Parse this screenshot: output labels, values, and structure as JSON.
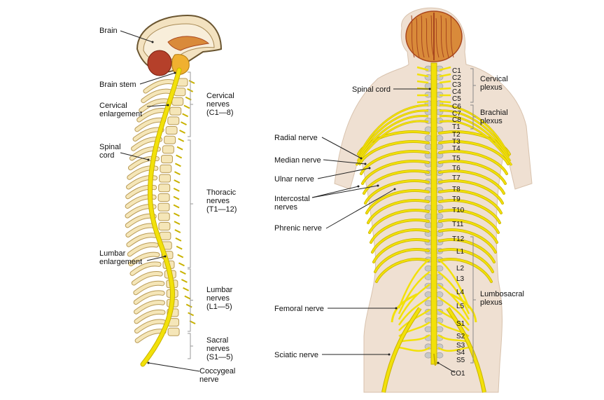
{
  "left_figure": {
    "labels": {
      "brain": "Brain",
      "brain_stem": "Brain stem",
      "cervical_enlargement": "Cervical\nenlargement",
      "spinal_cord": "Spinal\ncord",
      "lumbar_enlargement": "Lumbar\nenlargement",
      "coccygeal_nerve": "Coccygeal\nnerve",
      "cervical_nerves": "Cervical\nnerves\n(C1—8)",
      "thoracic_nerves": "Thoracic\nnerves\n(T1—12)",
      "lumbar_nerves": "Lumbar\nnerves\n(L1—5)",
      "sacral_nerves": "Sacral\nnerves\n(S1—5)"
    }
  },
  "right_figure": {
    "labels": {
      "spinal_cord": "Spinal cord",
      "radial_nerve": "Radial nerve",
      "median_nerve": "Median nerve",
      "ulnar_nerve": "Ulnar nerve",
      "intercostal_nerves": "Intercostal\nnerves",
      "phrenic_nerve": "Phrenic nerve",
      "femoral_nerve": "Femoral nerve",
      "sciatic_nerve": "Sciatic nerve",
      "cervical_plexus": "Cervical\nplexus",
      "brachial_plexus": "Brachial\nplexus",
      "lumbosacral_plexus": "Lumbosacral\nplexus"
    },
    "segments": [
      "C1",
      "C2",
      "C3",
      "C4",
      "C5",
      "C6",
      "C7",
      "C8",
      "T1",
      "T2",
      "T3",
      "T4",
      "T5",
      "T6",
      "T7",
      "T8",
      "T9",
      "T10",
      "T11",
      "T12",
      "L1",
      "L2",
      "L3",
      "L4",
      "L5",
      "S1",
      "S2",
      "S3",
      "S4",
      "S5",
      "CO1"
    ]
  },
  "colors": {
    "nerve": "#f2e10a",
    "nerve_dark": "#c9b200",
    "bone": "#f5e6b8",
    "bone_edge": "#b89a55",
    "skin": "#efe0d2",
    "brain": "#d98a3a",
    "brain_dark": "#a8461e",
    "line": "#222222"
  }
}
